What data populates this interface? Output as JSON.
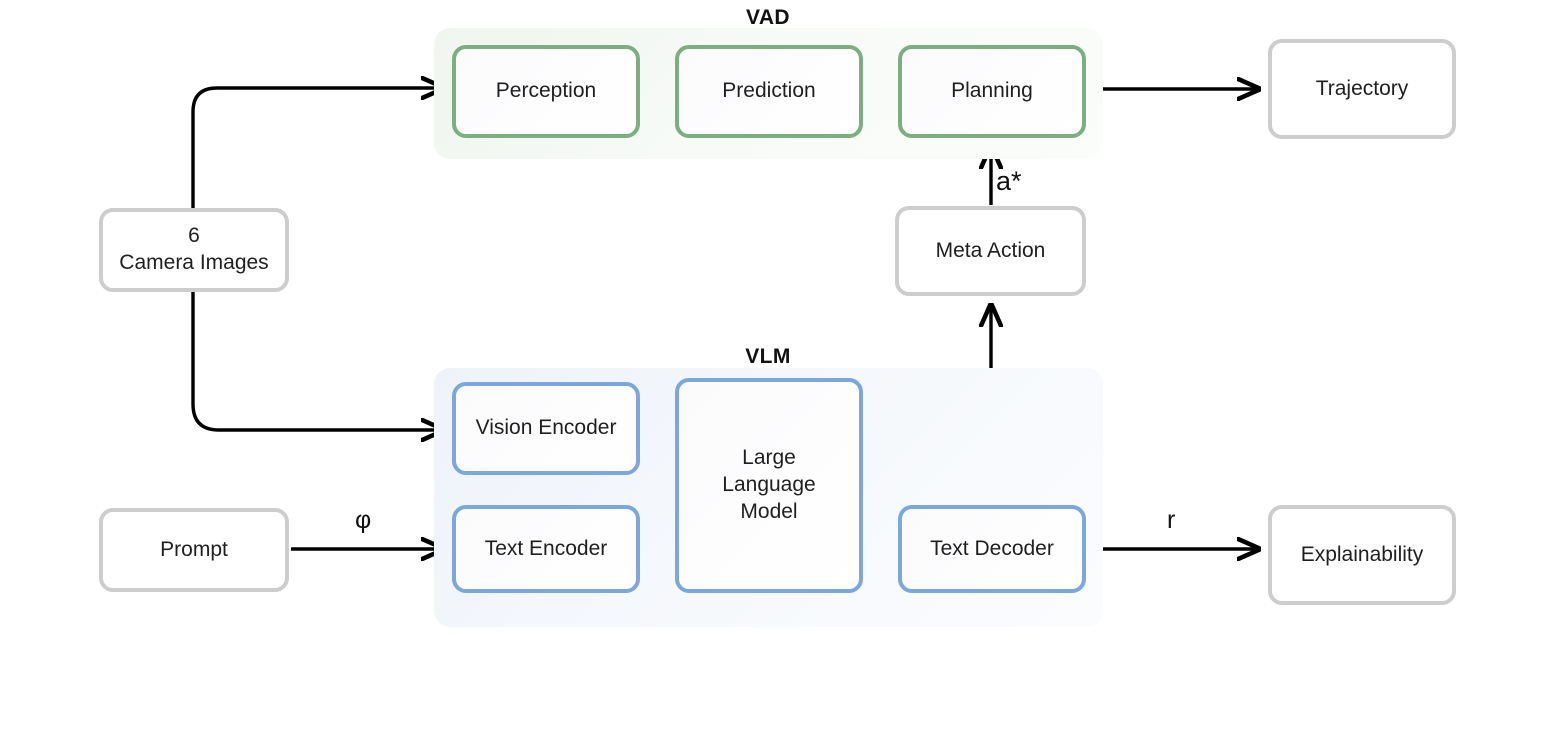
{
  "diagram": {
    "title_vad": "VAD",
    "title_vlm": "VLM",
    "nodes": {
      "cameras_line1": "6",
      "cameras_line2": "Camera Images",
      "prompt": "Prompt",
      "perception": "Perception",
      "prediction": "Prediction",
      "planning": "Planning",
      "trajectory": "Trajectory",
      "meta_action": "Meta Action",
      "vision_encoder": "Vision Encoder",
      "text_encoder": "Text Encoder",
      "llm_line1": "Large",
      "llm_line2": "Language",
      "llm_line3": "Model",
      "text_decoder": "Text Decoder",
      "explainability": "Explainability"
    },
    "edge_labels": {
      "meta_to_planning": "a*",
      "prompt_to_text_encoder": "φ",
      "text_decoder_to_explainability": "r"
    },
    "colors": {
      "vad_border": "#7cae81",
      "vlm_border": "#7ba7dc",
      "neutral_border": "#cdcdcd",
      "edge": "#000000",
      "vad_panel": "#f2f6f1",
      "vlm_panel": "#eef3fa"
    }
  }
}
